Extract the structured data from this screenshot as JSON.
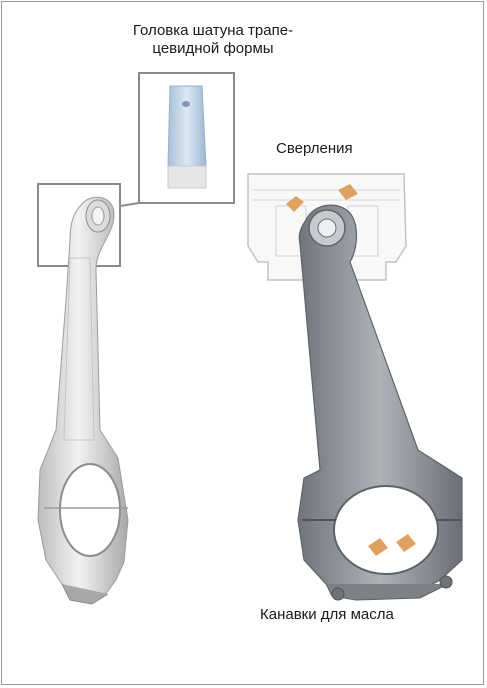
{
  "labels": {
    "head_line1": "Головка шатуна трапе-",
    "head_line2": "цевидной  формы",
    "drillings": "Сверления",
    "oil_grooves": "Канавки для масла"
  },
  "colors": {
    "frame": "#9a9a9a",
    "callout_box": "#8a8a8a",
    "rod_left": "#d9d9d9",
    "rod_right": "#8f949a",
    "arrow": "#e0a060",
    "inset_blue": "#b8cde3"
  }
}
